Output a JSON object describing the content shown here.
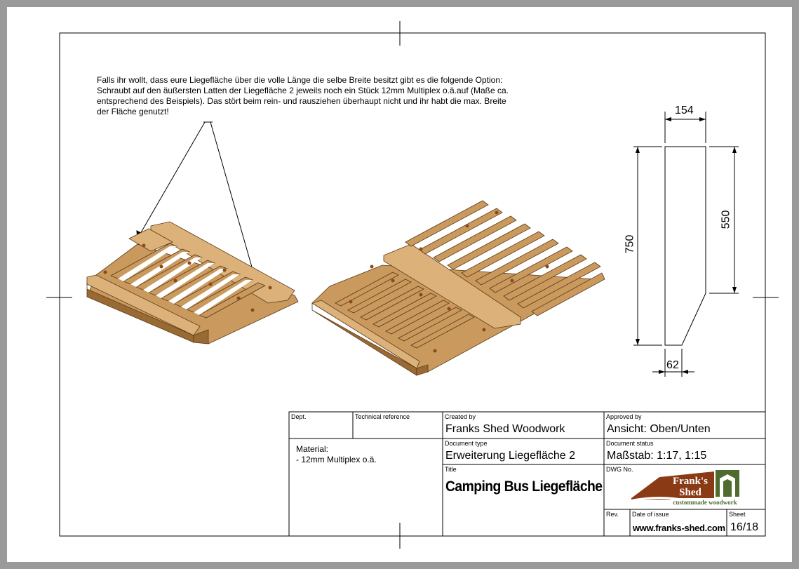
{
  "note": {
    "lines": [
      "Falls ihr wollt, dass eure Liegefläche über die volle Länge die selbe Breite besitzt gibt es die folgende Option:",
      "Schraubt auf den äußersten Latten der Liegefläche 2 jeweils noch ein Stück 12mm Multiplex o.ä.auf (Maße ca.",
      "entsprechend des Beispiels). Das stört beim rein- und rausziehen überhaupt nicht und ihr habt die max. Breite",
      "der Fläche genutzt!"
    ]
  },
  "dimensions": {
    "top": "154",
    "left": "750",
    "right": "550",
    "bottom": "62"
  },
  "title_block": {
    "dept_label": "Dept.",
    "tech_ref_label": "Technical reference",
    "created_by_label": "Created by",
    "created_by": "Franks Shed Woodwork",
    "approved_by_label": "Approved by",
    "approved_by": "Ansicht: Oben/Unten",
    "doc_type_label": "Document type",
    "doc_type": "Erweiterung Liegefläche 2",
    "doc_status_label": "Document status",
    "doc_status": "Maßstab: 1:17, 1:15",
    "material_label": "Material:",
    "material_value": "- 12mm Multiplex o.ä.",
    "title_label": "Title",
    "title": "Camping Bus Liegefläche",
    "dwg_label": "DWG No.",
    "rev_label": "Rev.",
    "date_label": "Date of issue",
    "sheet_label": "Sheet",
    "website": "www.franks-shed.com",
    "sheet": "16/18"
  },
  "logo": {
    "line1": "Frank's",
    "line2": "Shed",
    "tagline": "custommade woodwork",
    "brown": "#8b3a16",
    "green": "#4f6b2e"
  },
  "colors": {
    "wood": "#c9995e",
    "wood_dark": "#9a6a34",
    "wood_light": "#ddb27a"
  }
}
